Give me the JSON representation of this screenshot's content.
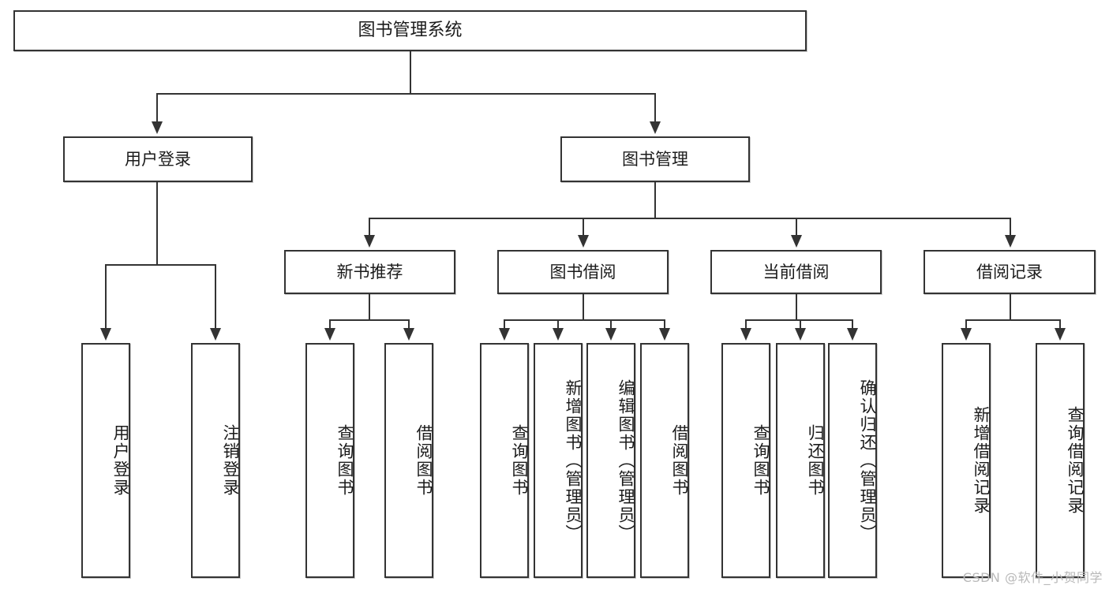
{
  "diagram": {
    "type": "tree-hierarchy",
    "title": "图书管理系统",
    "watermark": "CSDN @软件_小贺同学",
    "colors": {
      "box_border": "#333333",
      "box_fill": "#ffffff",
      "connector": "#333333",
      "text": "#1b1b1b",
      "watermark": "#b9b9b9"
    },
    "root": {
      "label": "图书管理系统"
    },
    "level2": [
      {
        "label": "用户登录"
      },
      {
        "label": "图书管理"
      }
    ],
    "level3": [
      {
        "label": "新书推荐"
      },
      {
        "label": "图书借阅"
      },
      {
        "label": "当前借阅"
      },
      {
        "label": "借阅记录"
      }
    ],
    "leaves": {
      "user_login": [
        {
          "label": "用户登录"
        },
        {
          "label": "注销登录"
        }
      ],
      "new_book": [
        {
          "label": "查询图书"
        },
        {
          "label": "借阅图书"
        }
      ],
      "book_borrow": [
        {
          "label": "查询图书"
        },
        {
          "label": "新增图书（管理员）"
        },
        {
          "label": "编辑图书（管理员）"
        },
        {
          "label": "借阅图书"
        }
      ],
      "current_borrow": [
        {
          "label": "查询图书"
        },
        {
          "label": "归还图书"
        },
        {
          "label": "确认归还（管理员）"
        }
      ],
      "borrow_record": [
        {
          "label": "新增借阅记录"
        },
        {
          "label": "查询借阅记录"
        }
      ]
    }
  }
}
